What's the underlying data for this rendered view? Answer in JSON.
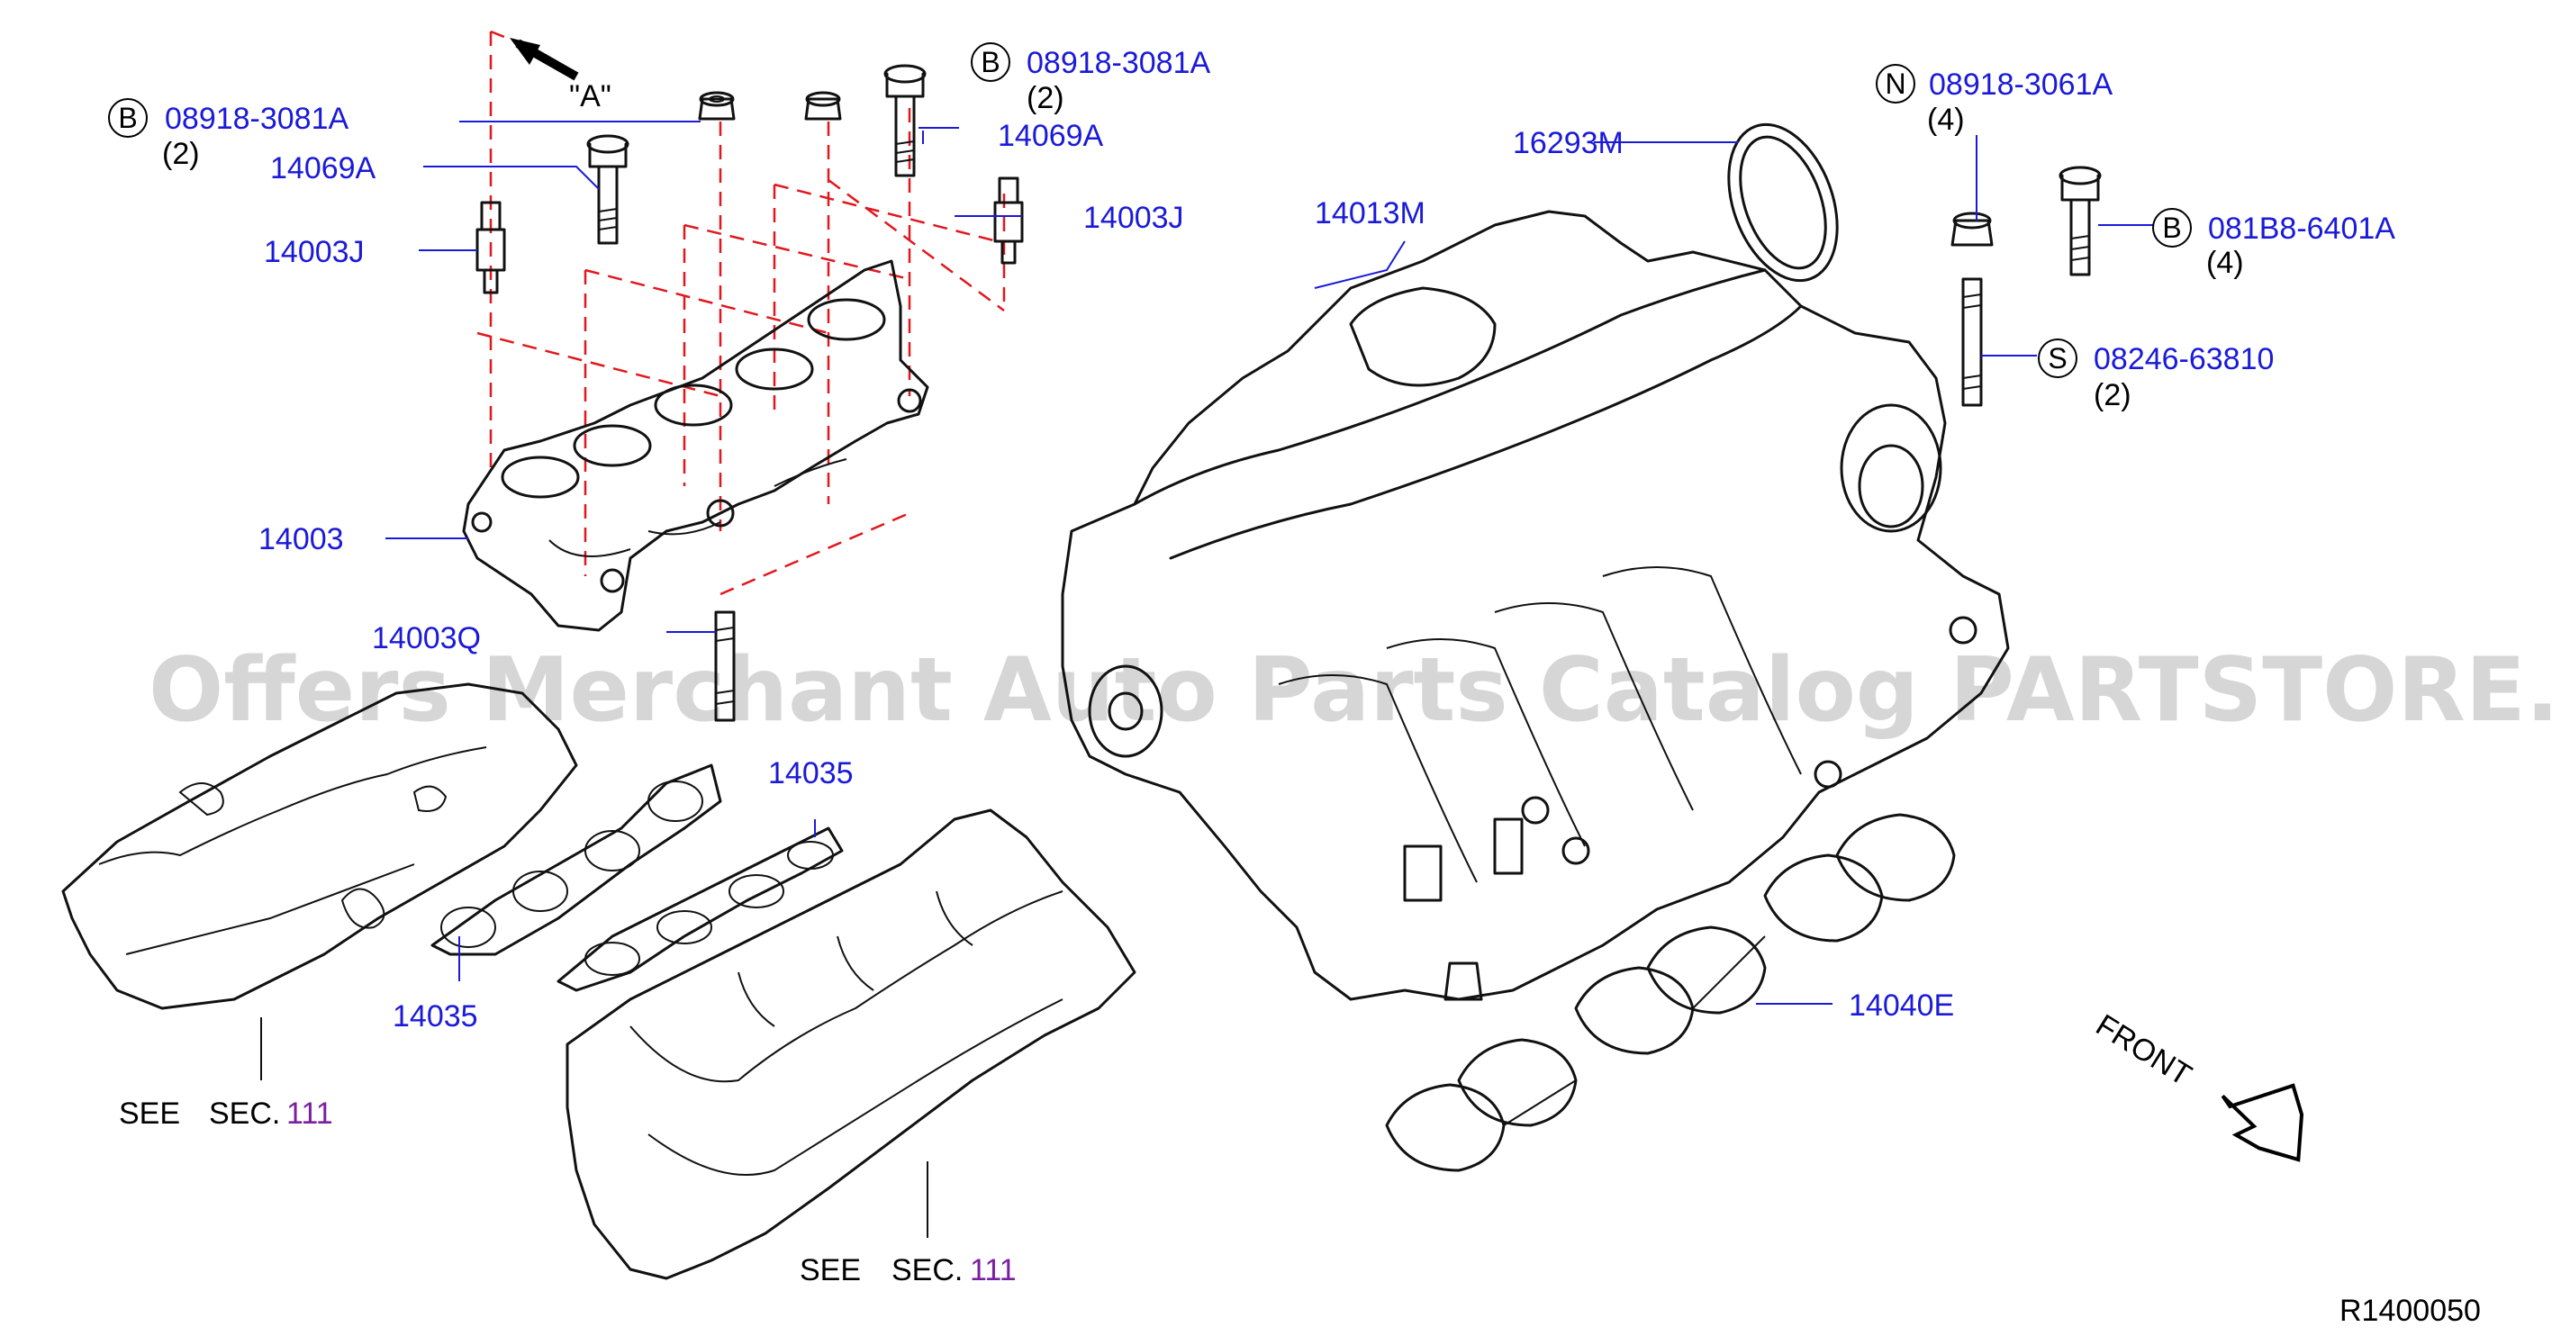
{
  "diagram_ref": "R1400050",
  "watermark": "Offers Merchant Auto Parts Catalog PARTSTORE.SA",
  "view_marker": "\"A\"",
  "front_label": "FRONT",
  "callouts": {
    "c1": {
      "marker": "B",
      "part": "08918-3081A",
      "qty": "(2)"
    },
    "c2": {
      "marker": "B",
      "part": "08918-3081A",
      "qty": "(2)"
    },
    "c3": {
      "marker": "N",
      "part": "08918-3061A",
      "qty": "(4)"
    },
    "c4": {
      "marker": "B",
      "part": "081B8-6401A",
      "qty": "(4)"
    },
    "c5": {
      "marker": "S",
      "part": "08246-63810",
      "qty": "(2)"
    }
  },
  "parts": {
    "p14069A_left": "14069A",
    "p14069A_right": "14069A",
    "p14003J_left": "14003J",
    "p14003J_right": "14003J",
    "p14003": "14003",
    "p14003Q": "14003Q",
    "p14035_left": "14035",
    "p14035_right": "14035",
    "p14013M": "14013M",
    "p16293M": "16293M",
    "p14040E": "14040E"
  },
  "see_sections": {
    "left": {
      "see": "SEE",
      "sec": "SEC.",
      "num": "111"
    },
    "right": {
      "see": "SEE",
      "sec": "SEC.",
      "num": "111"
    }
  },
  "colors": {
    "part_link": "#1a1ad8",
    "section_link": "#7b1fa2",
    "dash_line": "#e0181e"
  }
}
